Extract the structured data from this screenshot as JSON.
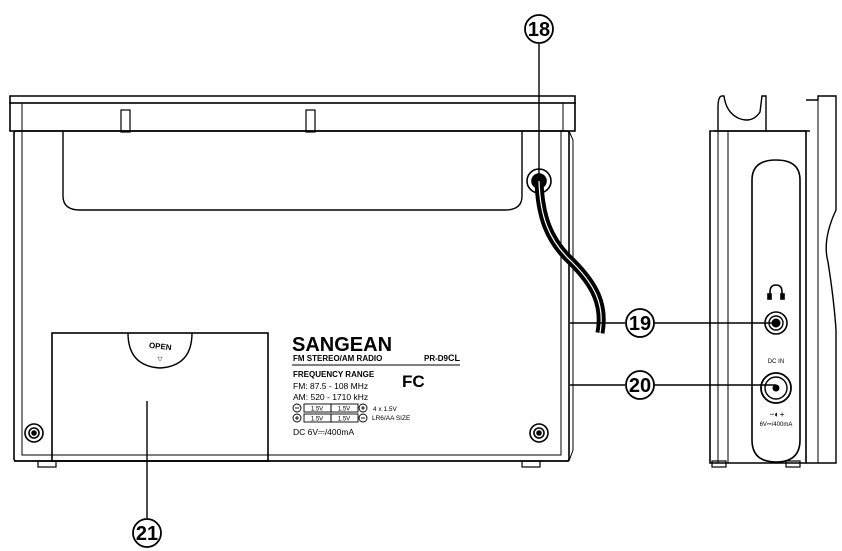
{
  "callouts": [
    {
      "number": "18",
      "part": "antenna-cable"
    },
    {
      "number": "19",
      "part": "headphone-jack"
    },
    {
      "number": "20",
      "part": "dc-in-jack"
    },
    {
      "number": "21",
      "part": "battery-compartment-door"
    }
  ],
  "label": {
    "brand": "SANGEAN",
    "type": "FM STEREO/AM RADIO",
    "model_prefix": "PR-D9",
    "model_suffix": "CL",
    "freq_title": "FREQUENCY RANGE",
    "fm_range": "FM: 87.5 - 108   MHz",
    "am_range": "AM: 520 - 1710  kHz",
    "fcc_logo": "FC",
    "battery_cell": "1.5V",
    "battery_qty": "4 x 1.5V",
    "battery_size": "LR6/AA SIZE",
    "dc_spec": "DC 6V⎓/400mA"
  },
  "battery_door": {
    "open_label": "OPEN",
    "arrow": "▽"
  },
  "side_panel": {
    "headphone_icon": "headphones-icon",
    "dc_in_label": "DC IN",
    "polarity": "−◐+",
    "dc_rating": "6V⎓/400mA"
  }
}
